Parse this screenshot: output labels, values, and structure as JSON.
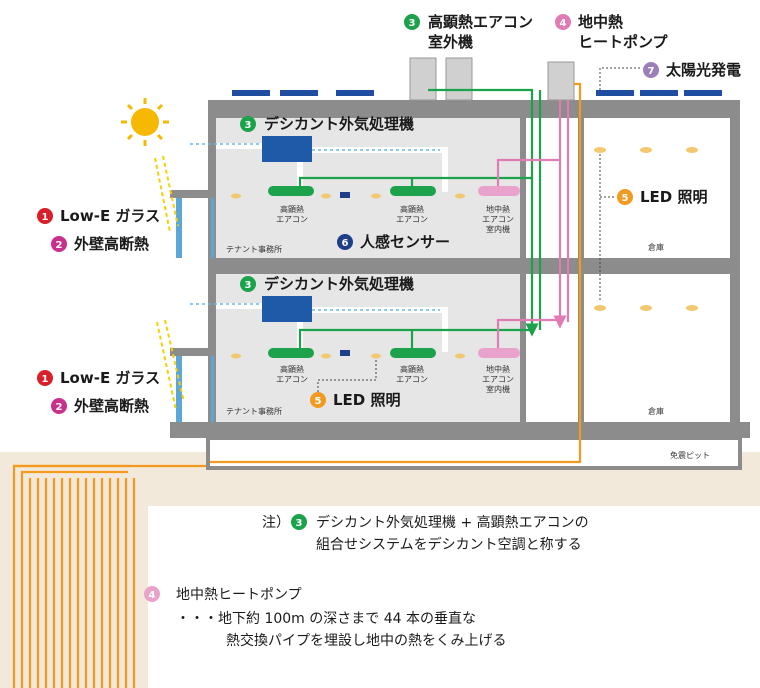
{
  "colors": {
    "green": "#1ba24a",
    "pink": "#e07bb4",
    "orange": "#f29a1f",
    "purple": "#9a7fb8",
    "red": "#d81f2a",
    "magenta": "#c8308c",
    "navy": "#1f3e8a",
    "ground": "#f3e9da",
    "wall": "#8c8c8c",
    "room": "#e8e8e8",
    "duct_blue": "#6ab8e6"
  },
  "top": {
    "outdoor_ac_num": "3",
    "outdoor_ac_l1": "高顕熱エアコン",
    "outdoor_ac_l2": "室外機",
    "heat_pump_num": "4",
    "heat_pump_l1": "地中熱",
    "heat_pump_l2": "ヒートポンプ",
    "solar_num": "7",
    "solar": "太陽光発電"
  },
  "floor2": {
    "desiccant_num": "3",
    "desiccant": "デシカント外気処理機",
    "ac_l1": "高顕熱",
    "ac_l2": "エアコン",
    "geo_l1": "地中熱",
    "geo_l2": "エアコン",
    "geo_l3": "室内機",
    "sensor_num": "6",
    "sensor": "人感センサー",
    "office": "テナント事務所",
    "warehouse": "倉庫",
    "led_num": "5",
    "led": "LED 照明"
  },
  "floor1": {
    "desiccant_num": "3",
    "desiccant": "デシカント外気処理機",
    "ac_l1": "高顕熱",
    "ac_l2": "エアコン",
    "geo_l1": "地中熱",
    "geo_l2": "エアコン",
    "geo_l3": "室内機",
    "office": "テナント事務所",
    "warehouse": "倉庫",
    "led_num": "5",
    "led": "LED 照明",
    "pit": "免震ピット"
  },
  "left": {
    "glass_num": "1",
    "glass": "Low-E ガラス",
    "insul_num": "2",
    "insul": "外壁高断熱"
  },
  "notes": {
    "note_prefix": "注）",
    "note_num": "3",
    "note_l1": "デシカント外気処理機 + 高顕熱エアコンの",
    "note_l2": "組合せシステムをデシカント空調と称する",
    "hp_num": "4",
    "hp_title": "地中熱ヒートポンプ",
    "hp_l1": "・・・地下約 100m の深さまで 44 本の垂直な",
    "hp_l2": "熱交換パイプを埋設し地中の熱をくみ上げる"
  }
}
